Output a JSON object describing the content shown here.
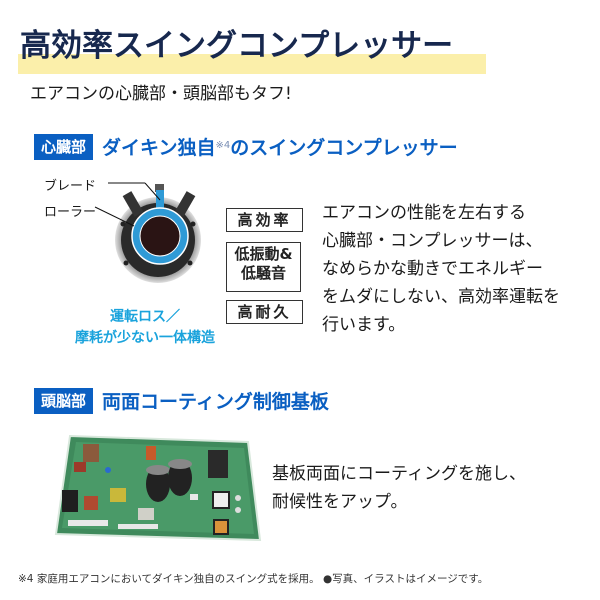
{
  "header": {
    "title": "高効率スイングコンプレッサー",
    "subtitle": "エアコンの心臓部・頭脳部もタフ!"
  },
  "sections": [
    {
      "badge": "心臓部",
      "title": "ダイキン独自",
      "title_note": "※4",
      "title_rest": "のスイングコンプレッサー",
      "diagram": {
        "labels": [
          "ブレード",
          "ローラー"
        ],
        "caption_lines": [
          "運転ロス／",
          "摩耗が少ない一体構造"
        ]
      },
      "features": [
        "高効率",
        "低振動&\n低騒音",
        "高耐久"
      ],
      "features_line": [
        "高効率",
        "低振動&",
        "低騒音",
        "高耐久"
      ],
      "description_lines": [
        "エアコンの性能を左右する",
        "心臓部・コンプレッサーは、",
        "なめらかな動きでエネルギー",
        "をムダにしない、高効率運転を",
        "行います。"
      ]
    },
    {
      "badge": "頭脳部",
      "title": "両面コーティング制御基板",
      "image_alt": "control-circuit-board-photo",
      "description_lines": [
        "基板両面にコーティングを施し、",
        "耐候性をアップ。"
      ]
    }
  ],
  "footnote": "※4 家庭用エアコンにおいてダイキン独自のスイング式を採用。 ●写真、イラストはイメージです。",
  "colors": {
    "title": "#17284e",
    "highlight": "#fbefaa",
    "badge_bg": "#0a5fc2",
    "section_title": "#0a5fc2",
    "caption": "#1aa3dc"
  }
}
